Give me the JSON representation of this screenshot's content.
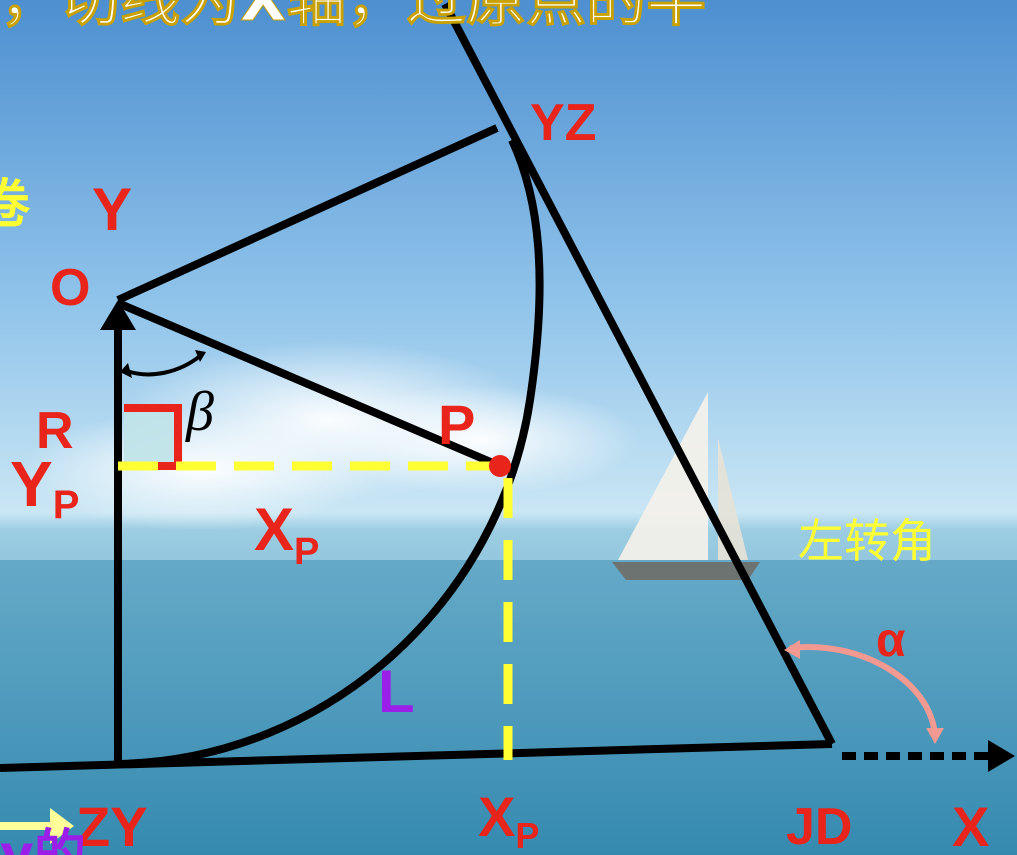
{
  "diagram": {
    "top_banner_text": "，切线为X轴，过原点的半",
    "left_edge_text": "卷",
    "bottom_left_text": "y的",
    "labels": {
      "yz": "YZ",
      "y_axis": "Y",
      "origin": "O",
      "radius": "R",
      "beta": "β",
      "point_p": "P",
      "yp_main": "Y",
      "yp_sub": "P",
      "xp_main": "X",
      "xp_sub": "P",
      "arc_length": "L",
      "left_turn_angle": "左转角",
      "alpha": "α",
      "zy": "ZY",
      "xp_bottom_main": "X",
      "xp_bottom_sub": "P",
      "jd": "JD",
      "x_axis": "X"
    },
    "colors": {
      "label_red": "#e8241b",
      "label_yellow": "#ffff33",
      "label_purple": "#9b1fe8",
      "angle_arc_pink": "#f29a92",
      "lines": "#000000",
      "right_angle_fill": "#bfe3e8"
    }
  }
}
